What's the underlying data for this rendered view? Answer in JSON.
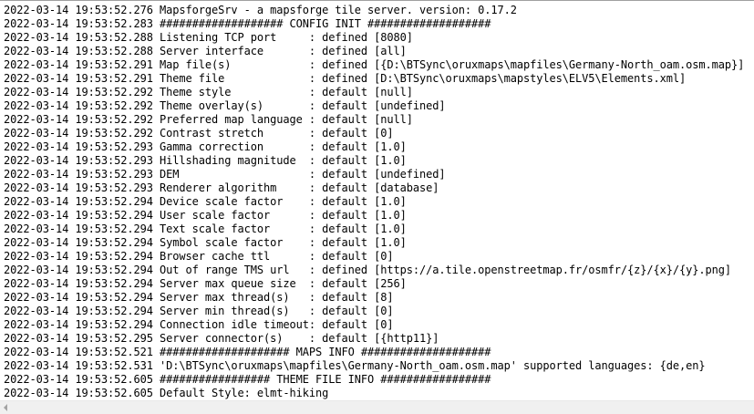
{
  "console": {
    "lines": [
      {
        "timestamp": "2022-03-14 19:53:52.276",
        "message": "MapsforgeSrv - a mapsforge tile server. version: 0.17.2"
      },
      {
        "timestamp": "2022-03-14 19:53:52.283",
        "message": "################### CONFIG INIT ###################"
      },
      {
        "timestamp": "2022-03-14 19:53:52.288",
        "message": "Listening TCP port     : defined [8080]"
      },
      {
        "timestamp": "2022-03-14 19:53:52.288",
        "message": "Server interface       : defined [all]"
      },
      {
        "timestamp": "2022-03-14 19:53:52.291",
        "message": "Map file(s)            : defined [{D:\\BTSync\\oruxmaps\\mapfiles\\Germany-North_oam.osm.map}]"
      },
      {
        "timestamp": "2022-03-14 19:53:52.291",
        "message": "Theme file             : defined [D:\\BTSync\\oruxmaps\\mapstyles\\ELV5\\Elements.xml]"
      },
      {
        "timestamp": "2022-03-14 19:53:52.292",
        "message": "Theme style            : default [null]"
      },
      {
        "timestamp": "2022-03-14 19:53:52.292",
        "message": "Theme overlay(s)       : default [undefined]"
      },
      {
        "timestamp": "2022-03-14 19:53:52.292",
        "message": "Preferred map language : default [null]"
      },
      {
        "timestamp": "2022-03-14 19:53:52.292",
        "message": "Contrast stretch       : default [0]"
      },
      {
        "timestamp": "2022-03-14 19:53:52.293",
        "message": "Gamma correction       : default [1.0]"
      },
      {
        "timestamp": "2022-03-14 19:53:52.293",
        "message": "Hillshading magnitude  : default [1.0]"
      },
      {
        "timestamp": "2022-03-14 19:53:52.293",
        "message": "DEM                    : default [undefined]"
      },
      {
        "timestamp": "2022-03-14 19:53:52.293",
        "message": "Renderer algorithm     : default [database]"
      },
      {
        "timestamp": "2022-03-14 19:53:52.294",
        "message": "Device scale factor    : default [1.0]"
      },
      {
        "timestamp": "2022-03-14 19:53:52.294",
        "message": "User scale factor      : default [1.0]"
      },
      {
        "timestamp": "2022-03-14 19:53:52.294",
        "message": "Text scale factor      : default [1.0]"
      },
      {
        "timestamp": "2022-03-14 19:53:52.294",
        "message": "Symbol scale factor    : default [1.0]"
      },
      {
        "timestamp": "2022-03-14 19:53:52.294",
        "message": "Browser cache ttl      : default [0]"
      },
      {
        "timestamp": "2022-03-14 19:53:52.294",
        "message": "Out of range TMS url   : defined [https://a.tile.openstreetmap.fr/osmfr/{z}/{x}/{y}.png]"
      },
      {
        "timestamp": "2022-03-14 19:53:52.294",
        "message": "Server max queue size  : default [256]"
      },
      {
        "timestamp": "2022-03-14 19:53:52.294",
        "message": "Server max thread(s)   : default [8]"
      },
      {
        "timestamp": "2022-03-14 19:53:52.294",
        "message": "Server min thread(s)   : default [0]"
      },
      {
        "timestamp": "2022-03-14 19:53:52.294",
        "message": "Connection idle timeout: default [0]"
      },
      {
        "timestamp": "2022-03-14 19:53:52.295",
        "message": "Server connector(s)    : default [{http11}]"
      },
      {
        "timestamp": "2022-03-14 19:53:52.521",
        "message": "#################### MAPS INFO ####################"
      },
      {
        "timestamp": "2022-03-14 19:53:52.531",
        "message": "'D:\\BTSync\\oruxmaps\\mapfiles\\Germany-North_oam.osm.map' supported languages: {de,en}"
      },
      {
        "timestamp": "2022-03-14 19:53:52.605",
        "message": "################# THEME FILE INFO #################"
      },
      {
        "timestamp": "2022-03-14 19:53:52.605",
        "message": "Default Style: elmt-hiking"
      }
    ]
  },
  "scrollbar": {
    "left_arrow_icon": "triangle-left"
  },
  "colors": {
    "background": "#ffffff",
    "text": "#000000",
    "scrollbar_track": "#f0f0f0",
    "scrollbar_arrow": "#a3a3a3"
  }
}
